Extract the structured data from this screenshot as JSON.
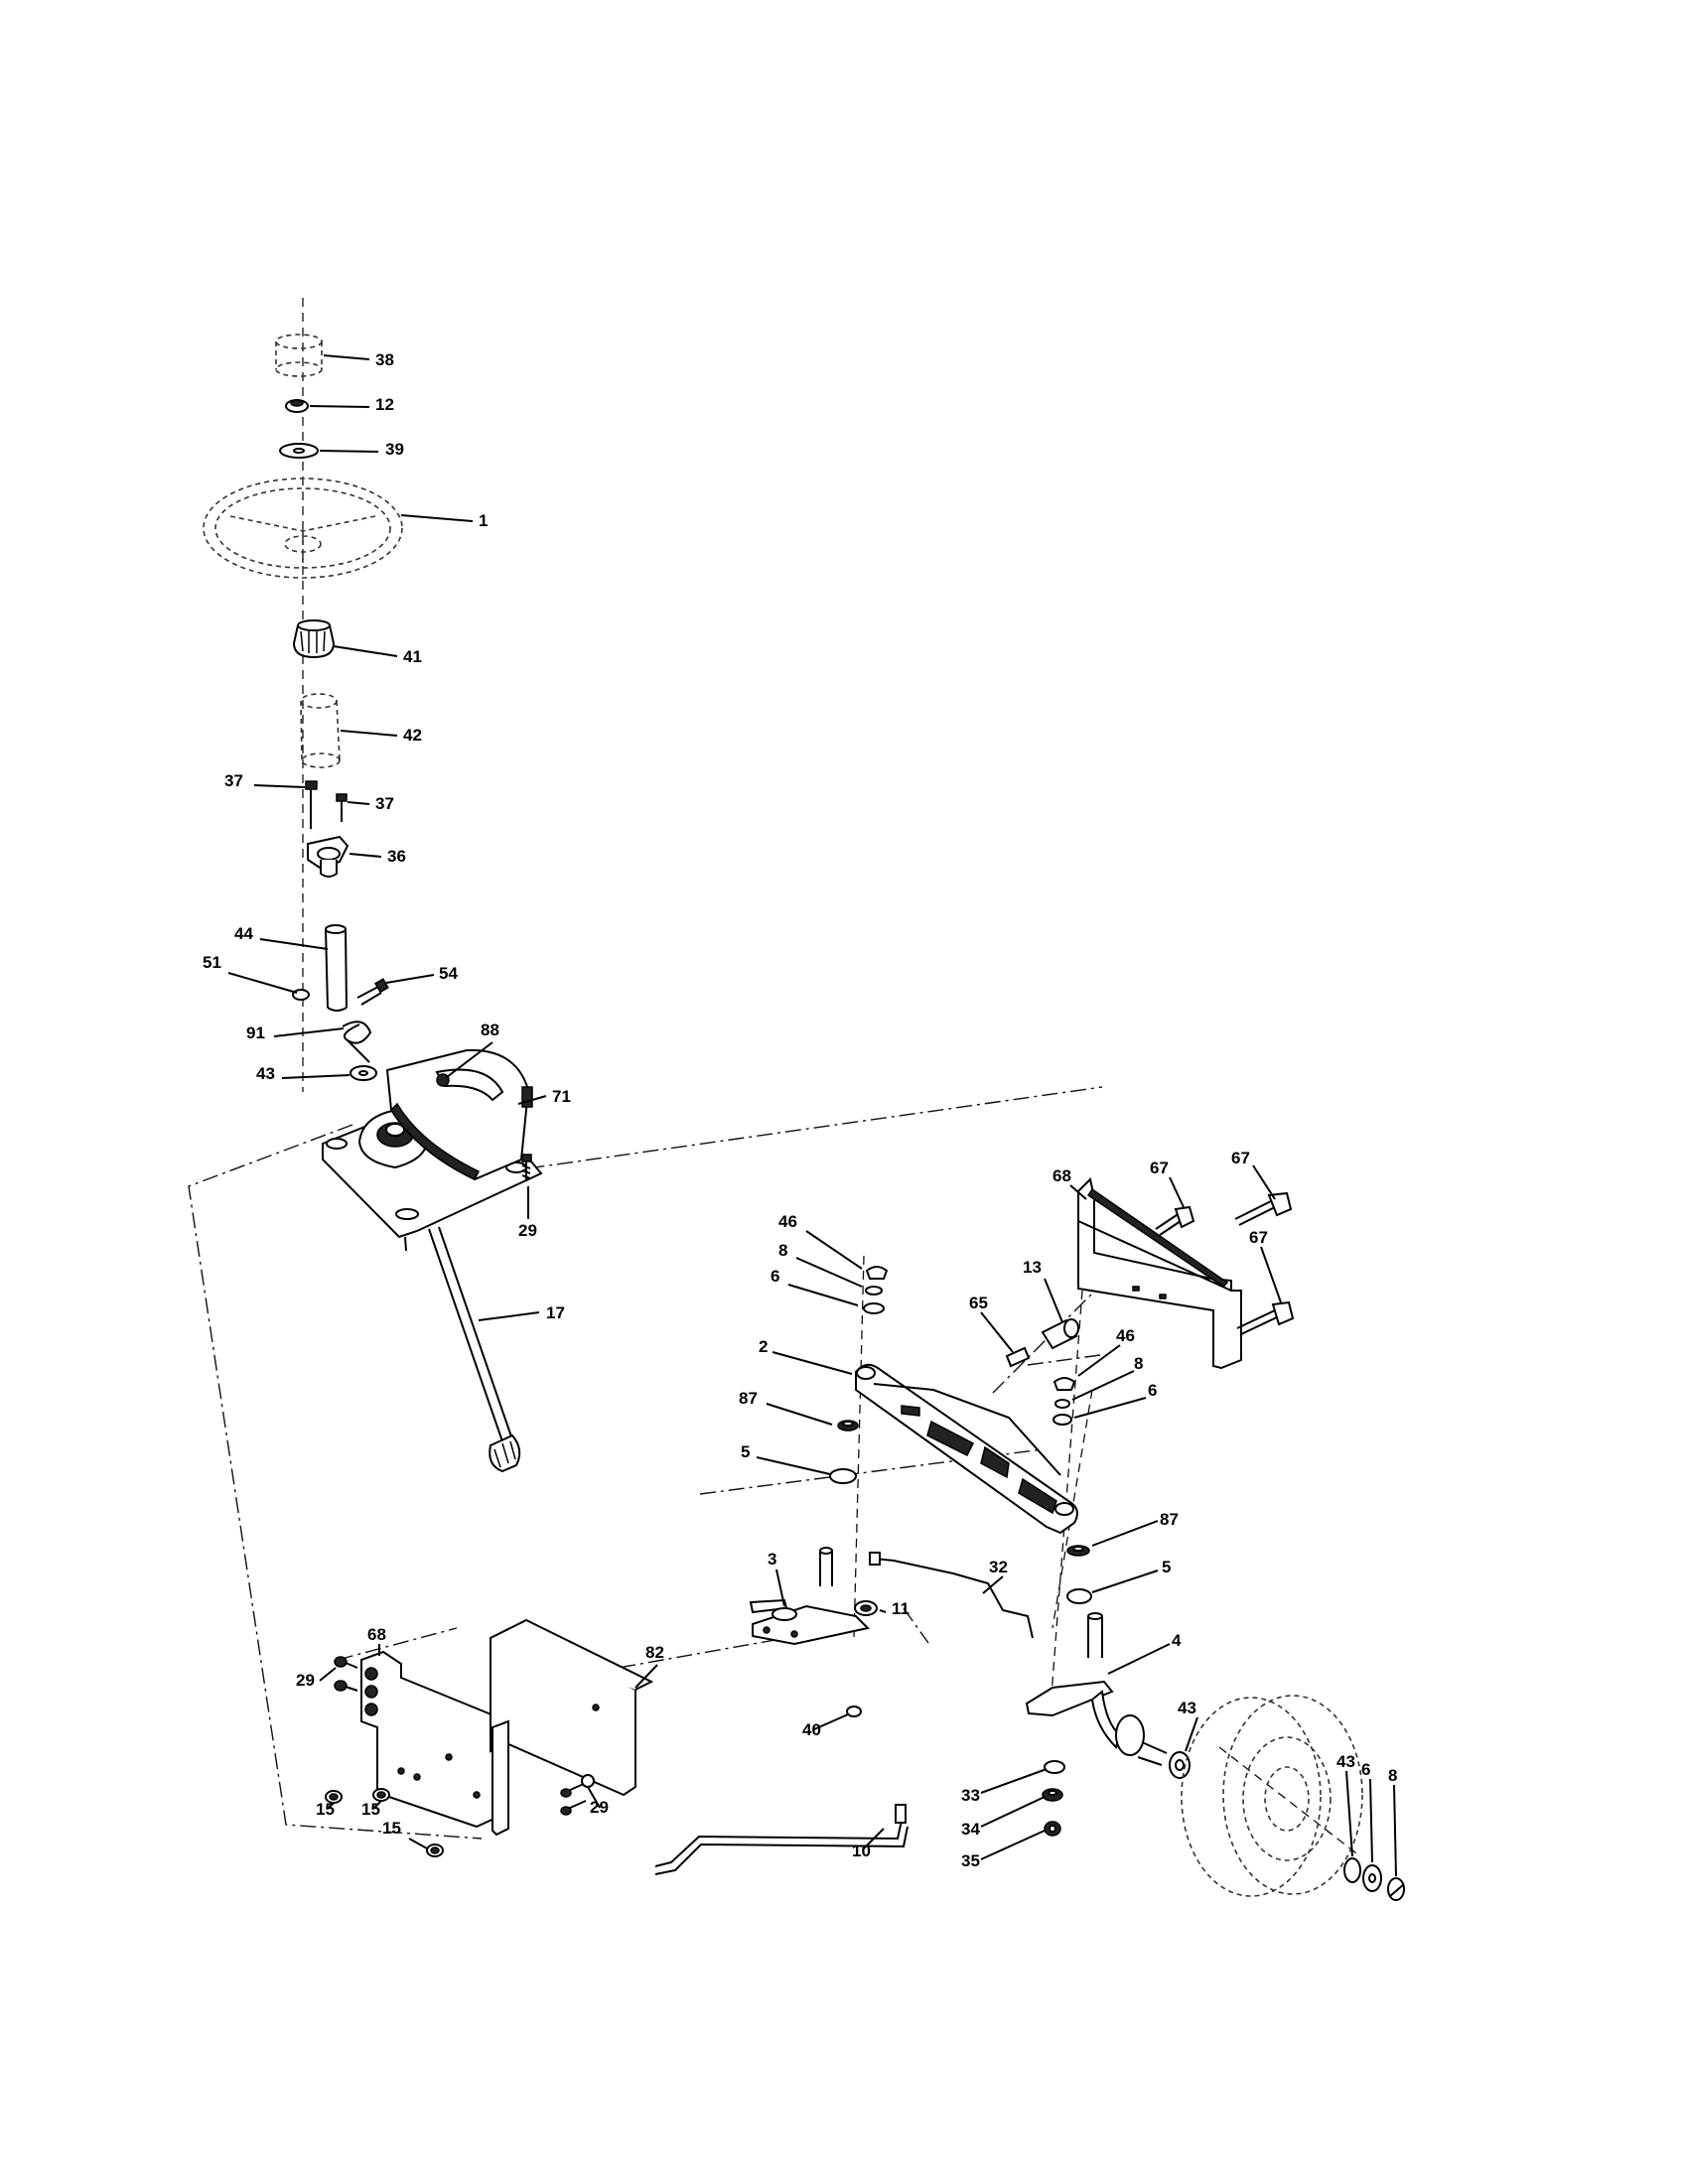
{
  "diagram": {
    "callouts": [
      {
        "id": "c38",
        "text": "38"
      },
      {
        "id": "c12",
        "text": "12"
      },
      {
        "id": "c39",
        "text": "39"
      },
      {
        "id": "c1",
        "text": "1"
      },
      {
        "id": "c41",
        "text": "41"
      },
      {
        "id": "c42",
        "text": "42"
      },
      {
        "id": "c37a",
        "text": "37"
      },
      {
        "id": "c37b",
        "text": "37"
      },
      {
        "id": "c36",
        "text": "36"
      },
      {
        "id": "c44",
        "text": "44"
      },
      {
        "id": "c51",
        "text": "51"
      },
      {
        "id": "c54",
        "text": "54"
      },
      {
        "id": "c91",
        "text": "91"
      },
      {
        "id": "c43a",
        "text": "43"
      },
      {
        "id": "c88",
        "text": "88"
      },
      {
        "id": "c71",
        "text": "71"
      },
      {
        "id": "c29a",
        "text": "29"
      },
      {
        "id": "c17",
        "text": "17"
      },
      {
        "id": "c68a",
        "text": "68"
      },
      {
        "id": "c67a",
        "text": "67"
      },
      {
        "id": "c67b",
        "text": "67"
      },
      {
        "id": "c67c",
        "text": "67"
      },
      {
        "id": "c46a",
        "text": "46"
      },
      {
        "id": "c8a",
        "text": "8"
      },
      {
        "id": "c6a",
        "text": "6"
      },
      {
        "id": "c13",
        "text": "13"
      },
      {
        "id": "c65",
        "text": "65"
      },
      {
        "id": "c2",
        "text": "2"
      },
      {
        "id": "c46b",
        "text": "46"
      },
      {
        "id": "c8b",
        "text": "8"
      },
      {
        "id": "c6b",
        "text": "6"
      },
      {
        "id": "c87a",
        "text": "87"
      },
      {
        "id": "c5a",
        "text": "5"
      },
      {
        "id": "c87b",
        "text": "87"
      },
      {
        "id": "c5b",
        "text": "5"
      },
      {
        "id": "c3",
        "text": "3"
      },
      {
        "id": "c32",
        "text": "32"
      },
      {
        "id": "c11",
        "text": "11"
      },
      {
        "id": "c4",
        "text": "4"
      },
      {
        "id": "c68b",
        "text": "68"
      },
      {
        "id": "c29b",
        "text": "29"
      },
      {
        "id": "c82",
        "text": "82"
      },
      {
        "id": "c40",
        "text": "40"
      },
      {
        "id": "c43b",
        "text": "43"
      },
      {
        "id": "c43c",
        "text": "43"
      },
      {
        "id": "c6c",
        "text": "6"
      },
      {
        "id": "c8c",
        "text": "8"
      },
      {
        "id": "c33",
        "text": "33"
      },
      {
        "id": "c34",
        "text": "34"
      },
      {
        "id": "c35",
        "text": "35"
      },
      {
        "id": "c15a",
        "text": "15"
      },
      {
        "id": "c15b",
        "text": "15"
      },
      {
        "id": "c15c",
        "text": "15"
      },
      {
        "id": "c29c",
        "text": "29"
      },
      {
        "id": "c10",
        "text": "10"
      }
    ]
  }
}
